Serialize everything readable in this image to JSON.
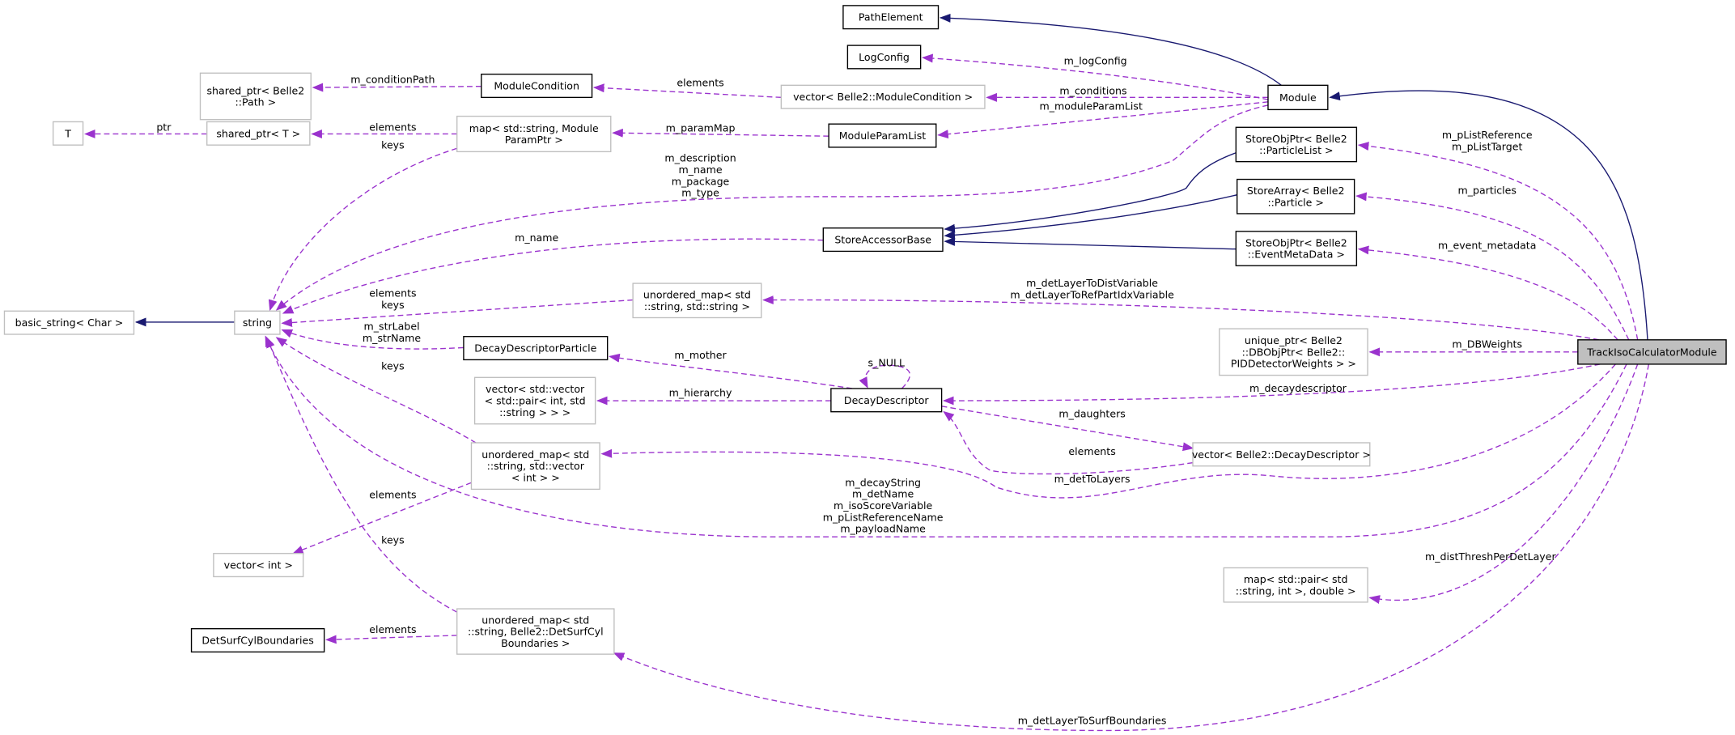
{
  "title": "TrackIsoCalculatorModule collaboration diagram",
  "colors": {
    "usage_edge": "#9a32cd",
    "inheritance_edge": "#191970",
    "focus_fill": "#bfbfbf",
    "external_border": "#bfbfbf"
  },
  "nodes": {
    "pathElement": [
      "PathElement"
    ],
    "logConfig": [
      "LogConfig"
    ],
    "sharedPtrPath": [
      "shared_ptr< Belle2",
      "::Path >"
    ],
    "moduleCondition": [
      "ModuleCondition"
    ],
    "vectorModuleCondition": [
      "vector< Belle2::ModuleCondition >"
    ],
    "module": [
      "Module"
    ],
    "T": [
      "T"
    ],
    "sharedPtrT": [
      "shared_ptr< T >"
    ],
    "mapParamPtr": [
      "map< std::string, Module",
      "ParamPtr >"
    ],
    "moduleParamList": [
      "ModuleParamList"
    ],
    "storeObjPtrParticleList": [
      "StoreObjPtr< Belle2",
      "::ParticleList >"
    ],
    "storeArrayParticle": [
      "StoreArray< Belle2",
      "::Particle >"
    ],
    "storeAccessorBase": [
      "StoreAccessorBase"
    ],
    "storeObjPtrEventMetaData": [
      "StoreObjPtr< Belle2",
      "::EventMetaData >"
    ],
    "basicString": [
      "basic_string< Char >"
    ],
    "string": [
      "string"
    ],
    "unorderedMapStringString": [
      "unordered_map< std",
      "::string, std::string >"
    ],
    "decayDescriptorParticle": [
      "DecayDescriptorParticle"
    ],
    "uniquePtrDBWeights": [
      "unique_ptr< Belle2",
      "::DBObjPtr< Belle2::",
      "PIDDetectorWeights > >"
    ],
    "trackIso": [
      "TrackIsoCalculatorModule"
    ],
    "vectorVectorPair": [
      "vector< std::vector",
      "< std::pair< int, std",
      "::string > > >"
    ],
    "decayDescriptor": [
      "DecayDescriptor"
    ],
    "unorderedMapStringVectorInt": [
      "unordered_map< std",
      "::string, std::vector",
      "< int > >"
    ],
    "vectorDecayDescriptor": [
      "vector< Belle2::DecayDescriptor >"
    ],
    "vectorInt": [
      "vector< int >"
    ],
    "mapPairDouble": [
      "map< std::pair< std",
      "::string, int >, double >"
    ],
    "detSurfCylBoundaries": [
      "DetSurfCylBoundaries"
    ],
    "unorderedMapDetSurf": [
      "unordered_map< std",
      "::string, Belle2::DetSurfCyl",
      "Boundaries >"
    ]
  },
  "edge_labels": {
    "logConfig": [
      "m_logConfig"
    ],
    "conditions": [
      "m_conditions"
    ],
    "moduleParamList": [
      "m_moduleParamList"
    ],
    "moduleStrings": [
      "m_description",
      "m_name",
      "m_package",
      "m_type"
    ],
    "conditionsElements": [
      "elements"
    ],
    "conditionPath": [
      "m_conditionPath"
    ],
    "paramMap": [
      "m_paramMap"
    ],
    "mapElements": [
      "elements"
    ],
    "ptr": [
      "ptr"
    ],
    "mapKeys": [
      "keys"
    ],
    "storeName": [
      "m_name"
    ],
    "umStringString": [
      "elements",
      "keys"
    ],
    "strLabel": [
      "m_strLabel",
      "m_strName"
    ],
    "mother": [
      "m_mother"
    ],
    "hierarchy": [
      "m_hierarchy"
    ],
    "sNull": [
      "s_NULL"
    ],
    "daughters": [
      "m_daughters"
    ],
    "ddElements": [
      "elements"
    ],
    "umVecKeys": [
      "keys"
    ],
    "umVecElements": [
      "elements"
    ],
    "umDetKeys": [
      "keys"
    ],
    "umDetElements": [
      "elements"
    ],
    "pList": [
      "m_pListReference",
      "m_pListTarget"
    ],
    "particles": [
      "m_particles"
    ],
    "eventMetadata": [
      "m_event_metadata"
    ],
    "detLayerVars": [
      "m_detLayerToDistVariable",
      "m_detLayerToRefPartIdxVariable"
    ],
    "dbWeights": [
      "m_DBWeights"
    ],
    "decaydescriptor": [
      "m_decaydescriptor"
    ],
    "detToLayers": [
      "m_detToLayers"
    ],
    "trackStrings": [
      "m_decayString",
      "m_detName",
      "m_isoScoreVariable",
      "m_pListReferenceName",
      "m_payloadName"
    ],
    "distThresh": [
      "m_distThreshPerDetLayer"
    ],
    "surfBoundaries": [
      "m_detLayerToSurfBoundaries"
    ]
  }
}
